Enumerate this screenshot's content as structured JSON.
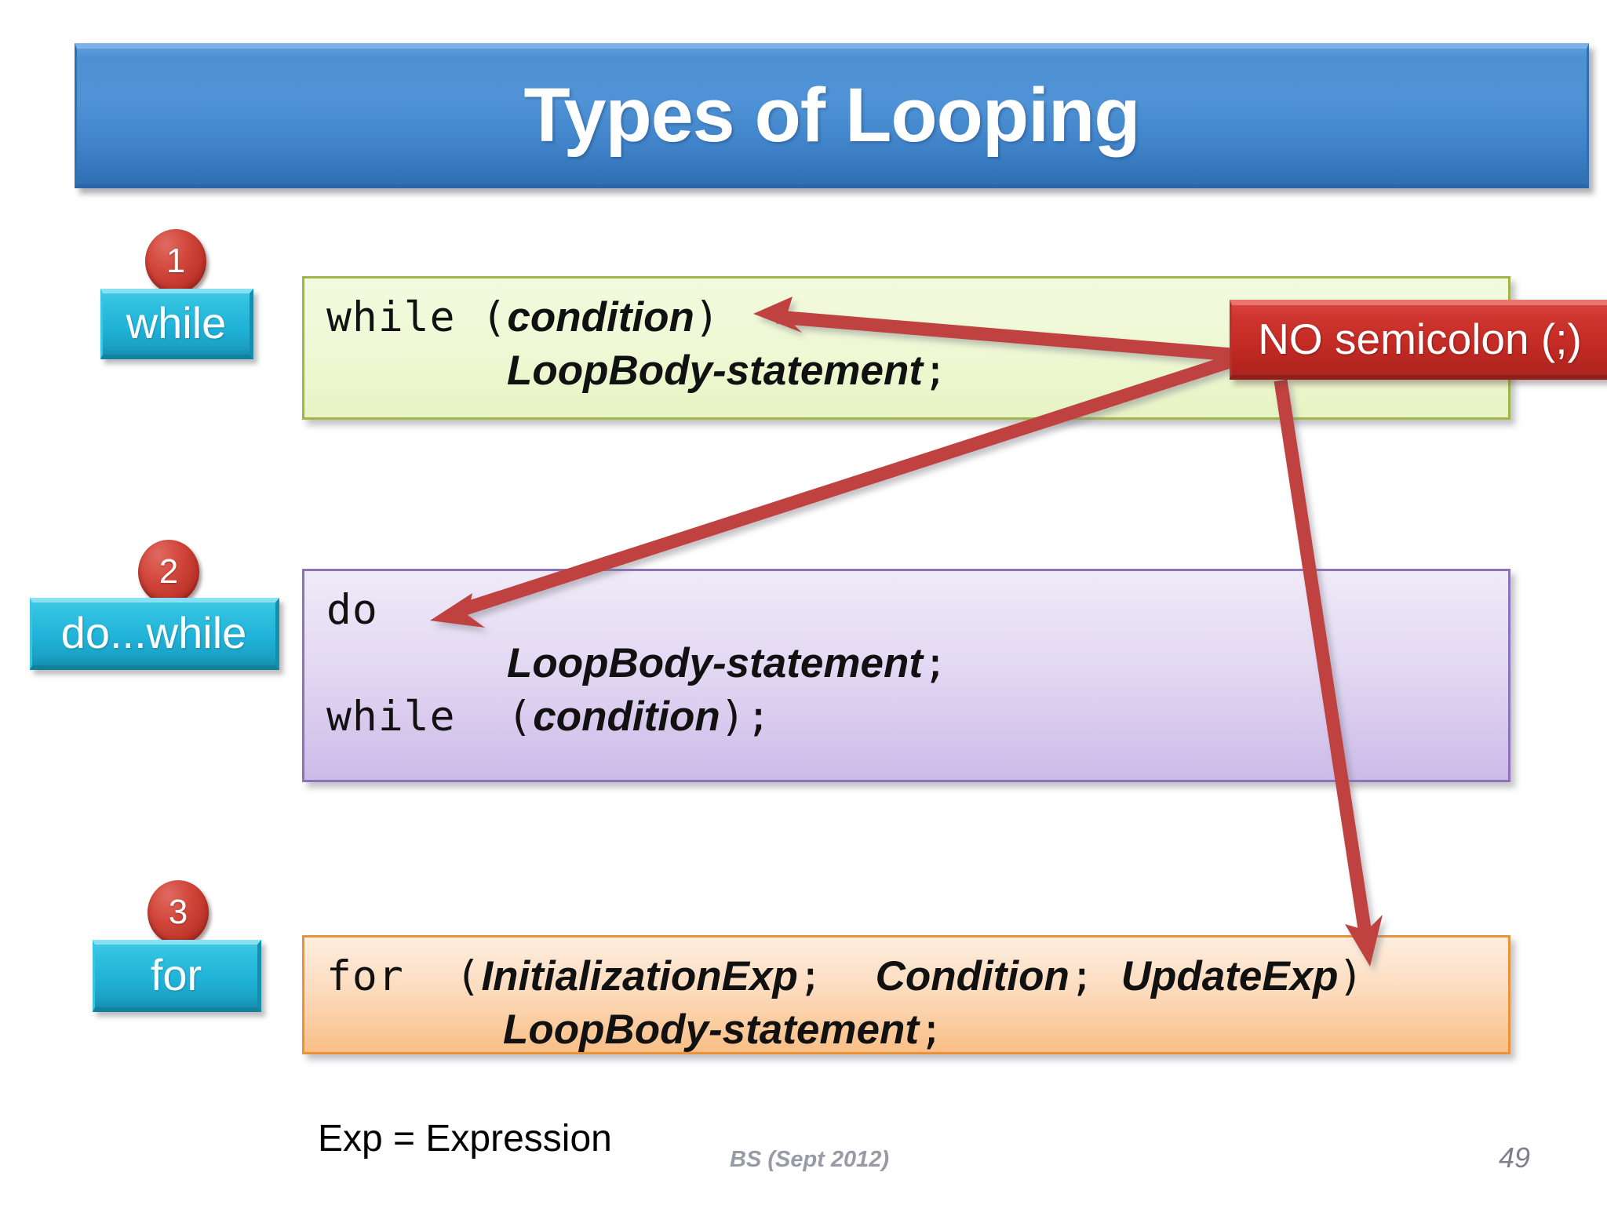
{
  "slide": {
    "title": "Types of Looping",
    "page_number": "49",
    "credit": "BS (Sept 2012)",
    "legend": "Exp = Expression",
    "colors": {
      "title_banner": "#4e91d3",
      "badge_red": "#c22a24",
      "label_cyan": "#21b3d8",
      "callout_red": "#c22a24",
      "arrow_red": "#bf4340",
      "box_while_bg": "#eef8d3",
      "box_while_border": "#a2b547",
      "box_dowhile_bg": "#e3d9f3",
      "box_dowhile_border": "#8d72bb",
      "box_for_bg": "#fcdcbf",
      "box_for_border": "#e8923a"
    }
  },
  "loops": [
    {
      "number": "1",
      "keyword": "while",
      "lines": [
        {
          "indent": 0,
          "parts": [
            {
              "text": "while (",
              "style": "mono"
            },
            {
              "text": "condition",
              "style": "ital"
            },
            {
              "text": ")",
              "style": "mono"
            }
          ]
        },
        {
          "indent": 1,
          "parts": [
            {
              "text": "LoopBody-statement",
              "style": "ital"
            },
            {
              "text": ";",
              "style": "mono"
            }
          ]
        }
      ]
    },
    {
      "number": "2",
      "keyword": "do...while",
      "lines": [
        {
          "indent": 0,
          "parts": [
            {
              "text": "do",
              "style": "mono"
            }
          ]
        },
        {
          "indent": 1,
          "parts": [
            {
              "text": "LoopBody-statement",
              "style": "ital"
            },
            {
              "text": ";",
              "style": "mono"
            }
          ]
        },
        {
          "indent": 0,
          "parts": [
            {
              "text": "while  (",
              "style": "mono"
            },
            {
              "text": "condition",
              "style": "ital"
            },
            {
              "text": ");",
              "style": "mono"
            }
          ]
        }
      ]
    },
    {
      "number": "3",
      "keyword": "for",
      "lines": [
        {
          "indent": 0,
          "parts": [
            {
              "text": "for  (",
              "style": "mono"
            },
            {
              "text": "InitializationExp",
              "style": "ital"
            },
            {
              "text": ";  ",
              "style": "mono"
            },
            {
              "text": "Condition",
              "style": "ital"
            },
            {
              "text": "; ",
              "style": "mono"
            },
            {
              "text": "UpdateExp",
              "style": "ital"
            },
            {
              "text": ")",
              "style": "mono"
            }
          ]
        },
        {
          "indent": 2,
          "parts": [
            {
              "text": "LoopBody-statement",
              "style": "ital"
            },
            {
              "text": ";",
              "style": "mono"
            }
          ]
        }
      ]
    }
  ],
  "callout": {
    "label": "NO semicolon (;)"
  }
}
